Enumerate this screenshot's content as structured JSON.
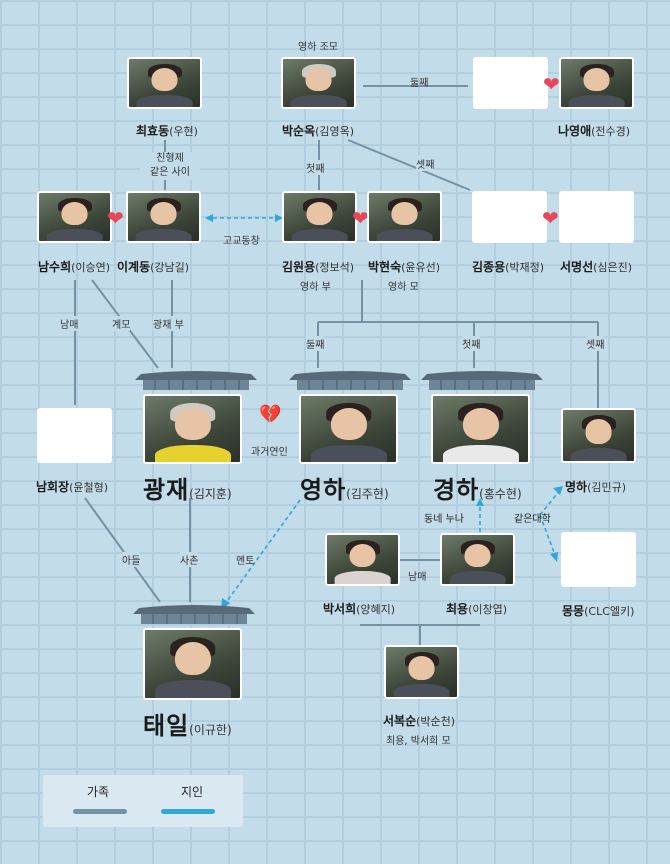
{
  "colors": {
    "family": "#7592a5",
    "acquaintance": "#2fa7d8",
    "heart": "#e8475a"
  },
  "legend": {
    "family": "가족",
    "acquaintance": "지인"
  },
  "top_label": "영하 조모",
  "people": {
    "choi_hyodong": {
      "name": "최효동",
      "actor": "(우현)"
    },
    "park_sunok": {
      "name": "박순옥",
      "actor": "(김영옥)"
    },
    "na_youngae": {
      "name": "나영애",
      "actor": "(전수경)"
    },
    "nam_suhee": {
      "name": "남수희",
      "actor": "(이승연)"
    },
    "lee_gyedong": {
      "name": "이계동",
      "actor": "(강남길)"
    },
    "kim_wonyong": {
      "name": "김원용",
      "actor": "(정보석)"
    },
    "park_hyunsuk": {
      "name": "박현숙",
      "actor": "(윤유선)"
    },
    "kim_jongyong": {
      "name": "김종용",
      "actor": "(박재정)"
    },
    "seo_myungsun": {
      "name": "서명선",
      "actor": "(심은진)"
    },
    "nam_hoejang": {
      "name": "남회장",
      "actor": "(윤철형)"
    },
    "gwangjae": {
      "name": "광재",
      "actor": "(김지훈)"
    },
    "youngha": {
      "name": "영하",
      "actor": "(김주현)"
    },
    "kyungha": {
      "name": "경하",
      "actor": "(홍수현)"
    },
    "myungha": {
      "name": "명하",
      "actor": "(김민규)"
    },
    "park_seohee": {
      "name": "박서희",
      "actor": "(양혜지)"
    },
    "choi_yong": {
      "name": "최용",
      "actor": "(이창엽)"
    },
    "mongmong": {
      "name": "몽몽",
      "actor": "(CLC엘키)"
    },
    "taeil": {
      "name": "태일",
      "actor": "(이규한)"
    },
    "seo_boksun": {
      "name": "서복순",
      "actor": "(박순천)"
    }
  },
  "relations": {
    "second_top": "둘째",
    "sworn_brothers": "친형제\n같은 사이",
    "first_son": "첫째",
    "third_son": "셋째",
    "high_school": "고교동창",
    "youngha_father": "영하 부",
    "youngha_mother": "영하 모",
    "siblings_1": "남매",
    "stepmother": "계모",
    "gwangjae_father": "광재 부",
    "second_daughter": "둘째",
    "first_daughter": "첫째",
    "third_child": "셋째",
    "ex_lover": "과거연인",
    "neighbor_sister": "동네 누나",
    "same_univ": "같은대학",
    "son": "아들",
    "boss": "사촌",
    "mentor": "멘토",
    "siblings_2": "남매",
    "seo_boksun_note": "최용, 박서희 모"
  }
}
